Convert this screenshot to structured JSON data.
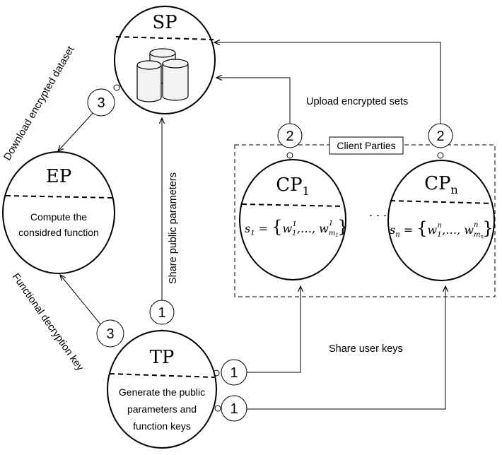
{
  "nodes": {
    "sp": {
      "title": "SP"
    },
    "ep": {
      "title": "EP",
      "body_line1": "Compute the",
      "body_line2": "considred function"
    },
    "tp": {
      "title": "TP",
      "body_line1": "Generate the public",
      "body_line2": "parameters and",
      "body_line3": "function keys"
    },
    "cp1": {
      "title": "CP",
      "title_sub": "1",
      "formula_lhs": "s",
      "formula_lhs_sub": "1"
    },
    "cpn": {
      "title": "CP",
      "title_sub": "n",
      "formula_lhs": "s",
      "formula_lhs_sub": "n"
    }
  },
  "group": {
    "label": "Client Parties"
  },
  "edges": {
    "download": "Download encrypted dataset",
    "upload": "Upload encrypted sets",
    "share_params": "Share public parameters",
    "share_keys": "Share user keys",
    "func_key": "Functional decryption key"
  },
  "steps": {
    "sp_ep": "3",
    "cp1_sp": "2",
    "cpn_sp": "2",
    "tp_sp": "1",
    "tp_ep": "3",
    "tp_cp1": "1",
    "tp_cpn": "1"
  },
  "ellipsis": ". . ."
}
